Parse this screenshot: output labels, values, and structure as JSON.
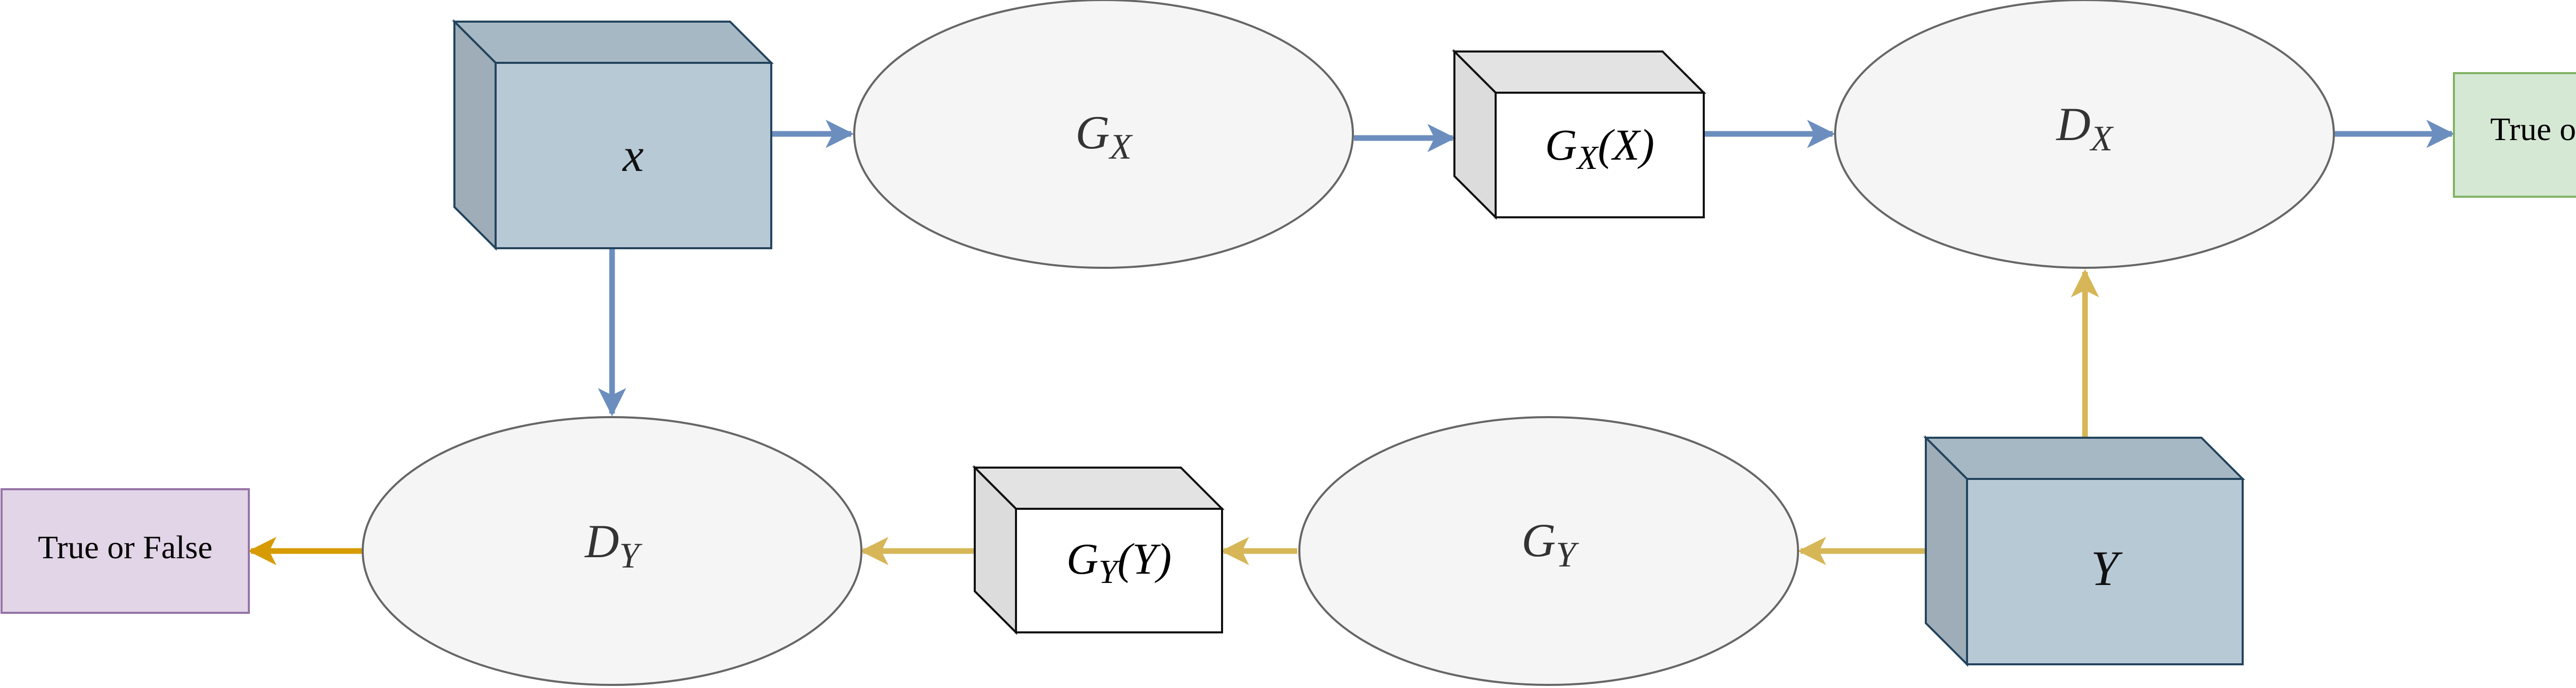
{
  "nodes": {
    "x_input": {
      "label": "x"
    },
    "gx": {
      "main": "G",
      "sub": "X"
    },
    "gx_output": {
      "main": "G",
      "sub": "X",
      "arg": "(X)"
    },
    "dx": {
      "main": "D",
      "sub": "X"
    },
    "dx_result": {
      "label": "True or False"
    },
    "y_input": {
      "label": "Y"
    },
    "gy": {
      "main": "G",
      "sub": "Y"
    },
    "gy_output": {
      "main": "G",
      "sub": "Y",
      "arg": "(Y)"
    },
    "dy": {
      "main": "D",
      "sub": "Y"
    },
    "dy_result": {
      "label": "True or False"
    }
  },
  "colors": {
    "blue_arrow": "#6c8ebf",
    "gold_arrow": "#d6b656",
    "orange_arrow": "#d79b00",
    "cube_fill": "#b8c9d6",
    "cube_stroke": "#23445d",
    "ellipse_fill": "#f5f5f5",
    "ellipse_stroke": "#666666",
    "green_fill": "#d5e8d4",
    "green_stroke": "#82b366",
    "purple_fill": "#e1d5e7",
    "purple_stroke": "#9673a6"
  }
}
